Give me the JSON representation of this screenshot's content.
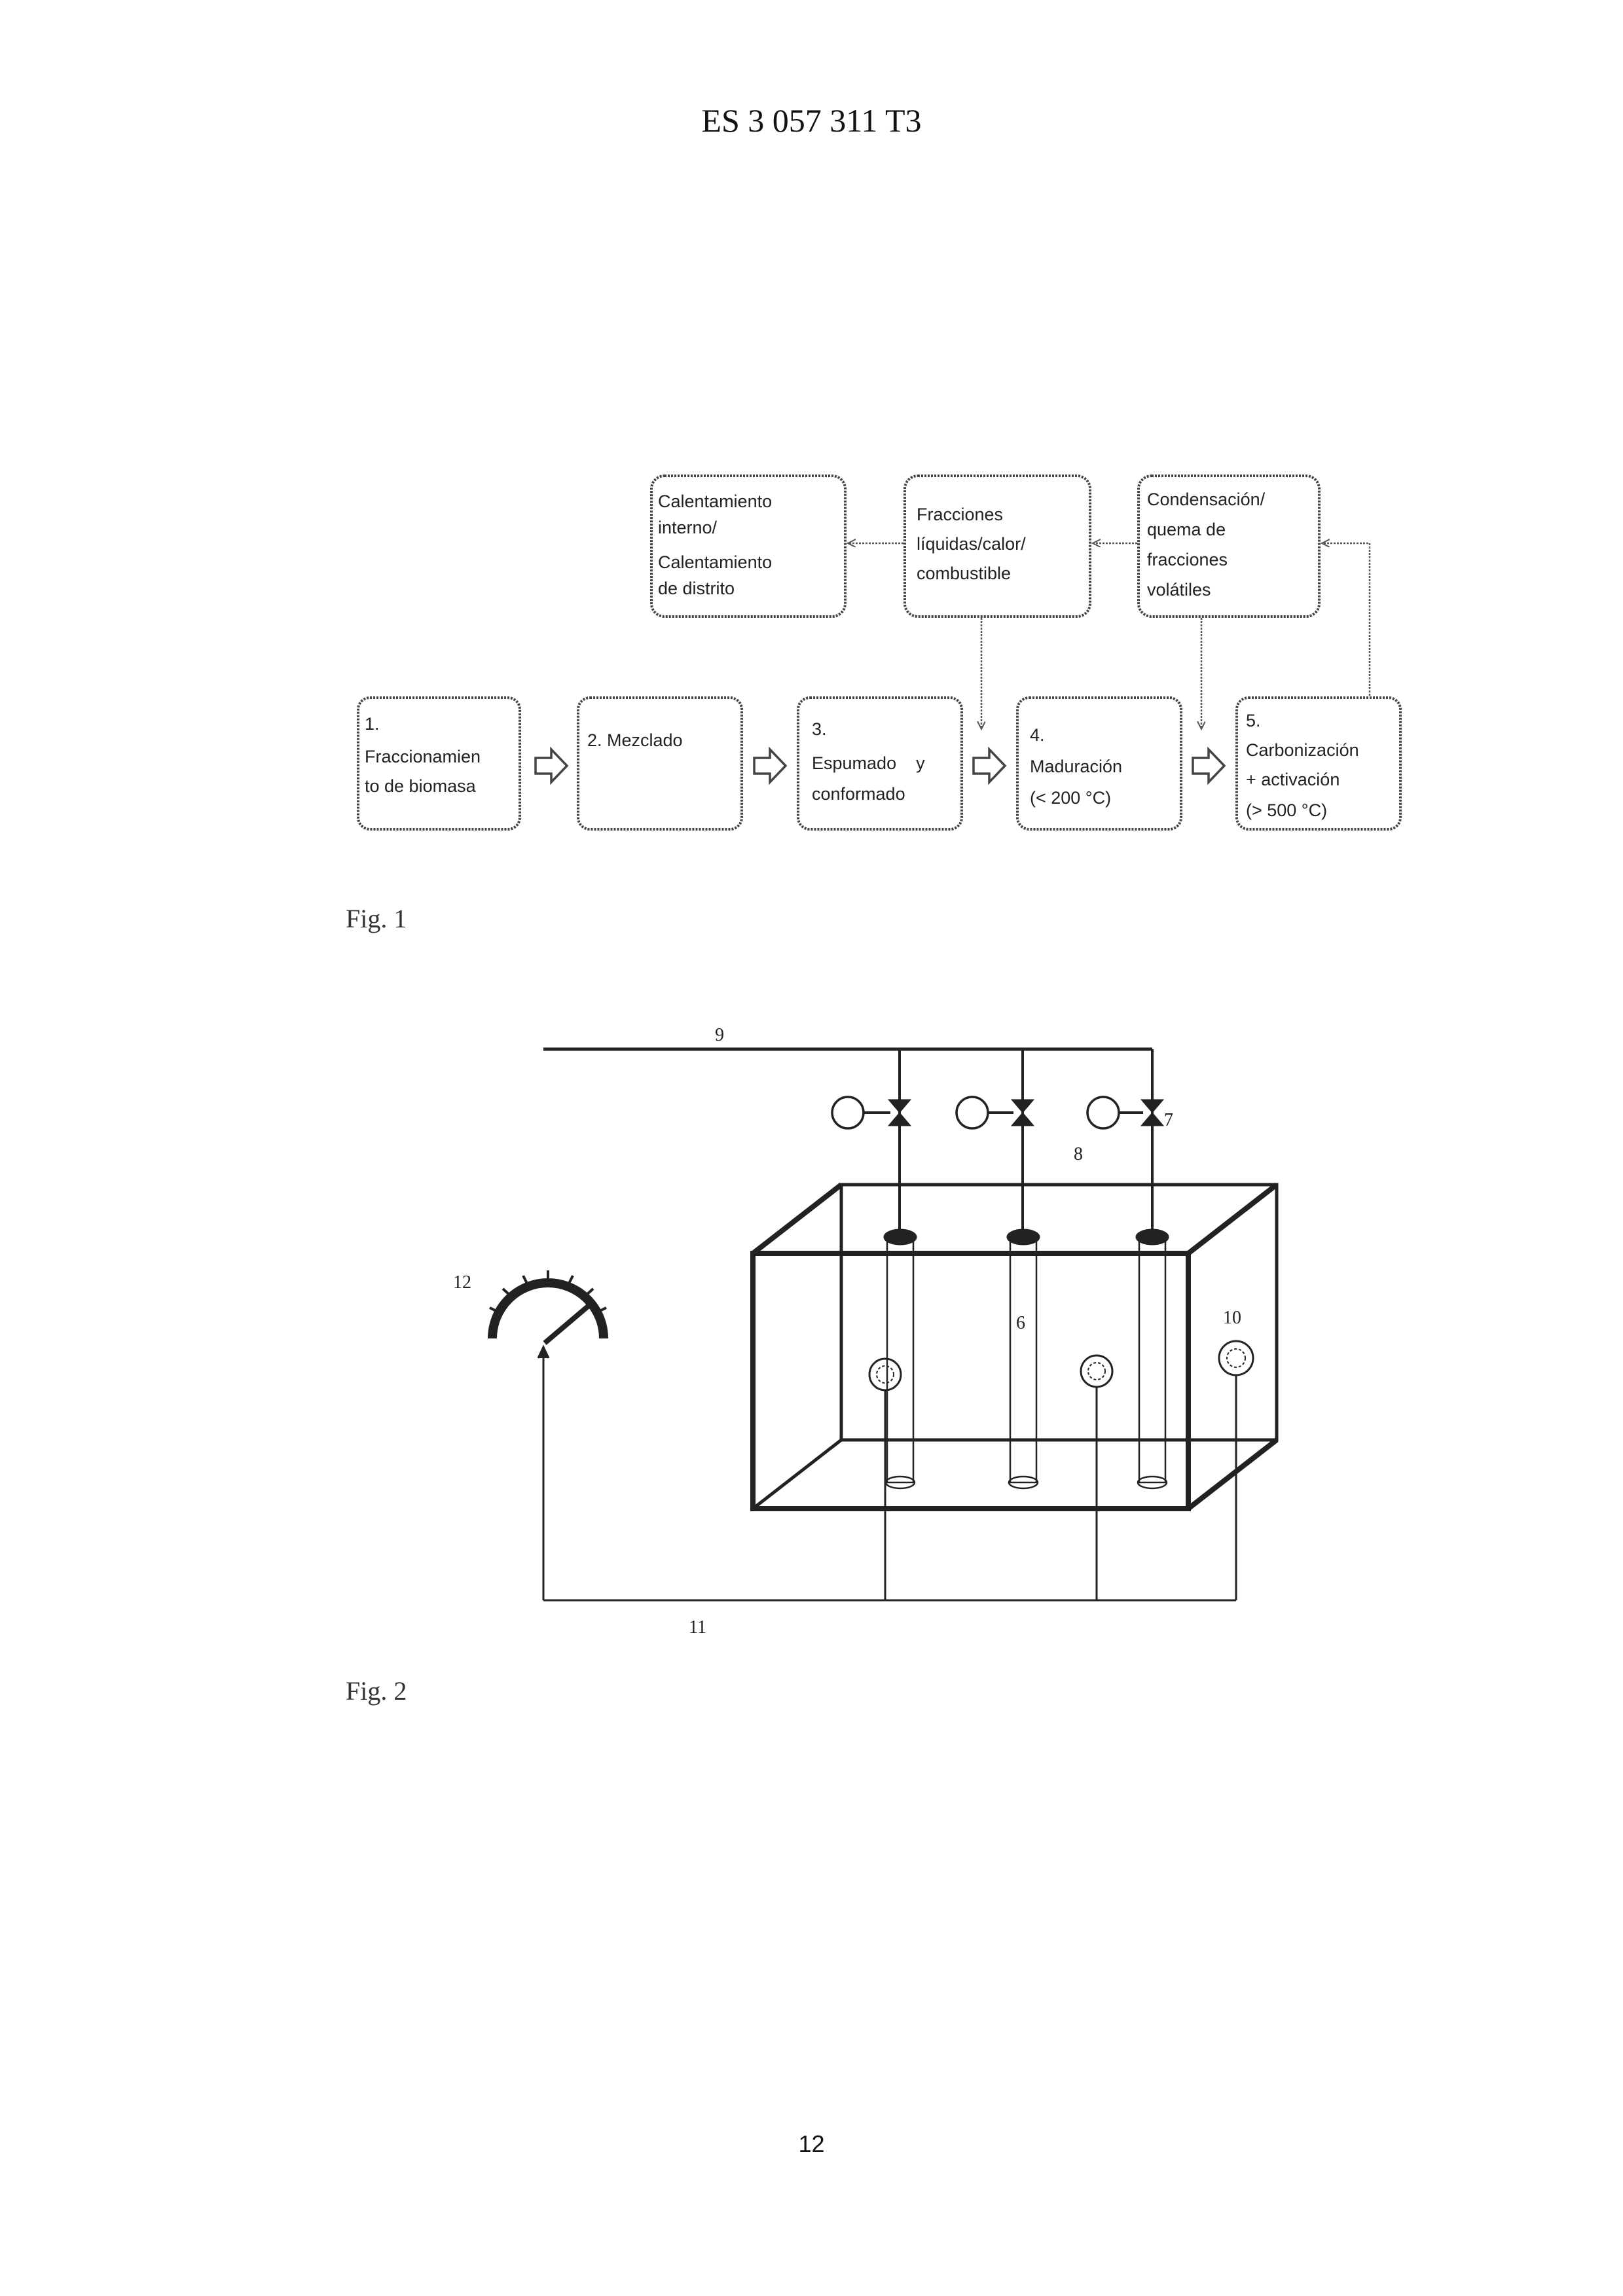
{
  "header": {
    "document_number": "ES 3 057 311 T3"
  },
  "figure1": {
    "caption": "Fig. 1",
    "steps": [
      {
        "lines": [
          "1.",
          "Fraccionamien",
          "to de biomasa"
        ]
      },
      {
        "lines": [
          "2. Mezclado"
        ]
      },
      {
        "lines": [
          "3.",
          "Espumado    y",
          "conformado"
        ]
      },
      {
        "lines": [
          "4.",
          "Maduración",
          "(< 200 °C)"
        ]
      },
      {
        "lines": [
          "5.",
          "Carbonización",
          "+ activación",
          "(> 500 °C)"
        ]
      }
    ],
    "top_boxes": [
      {
        "lines": [
          "Calentamiento",
          "interno/",
          "Calentamiento",
          "de distrito"
        ]
      },
      {
        "lines": [
          "Fracciones",
          "líquidas/calor/",
          "combustible"
        ]
      },
      {
        "lines": [
          "Condensación/",
          "quema de",
          "fracciones",
          "volátiles"
        ]
      }
    ]
  },
  "figure2": {
    "caption": "Fig. 2",
    "labels": {
      "header_pipe": "9",
      "valve": "7",
      "valve_actuator": "8",
      "tube": "6",
      "sensor": "10",
      "signal_line": "11",
      "gauge": "12"
    }
  },
  "footer": {
    "page_number": "12"
  }
}
